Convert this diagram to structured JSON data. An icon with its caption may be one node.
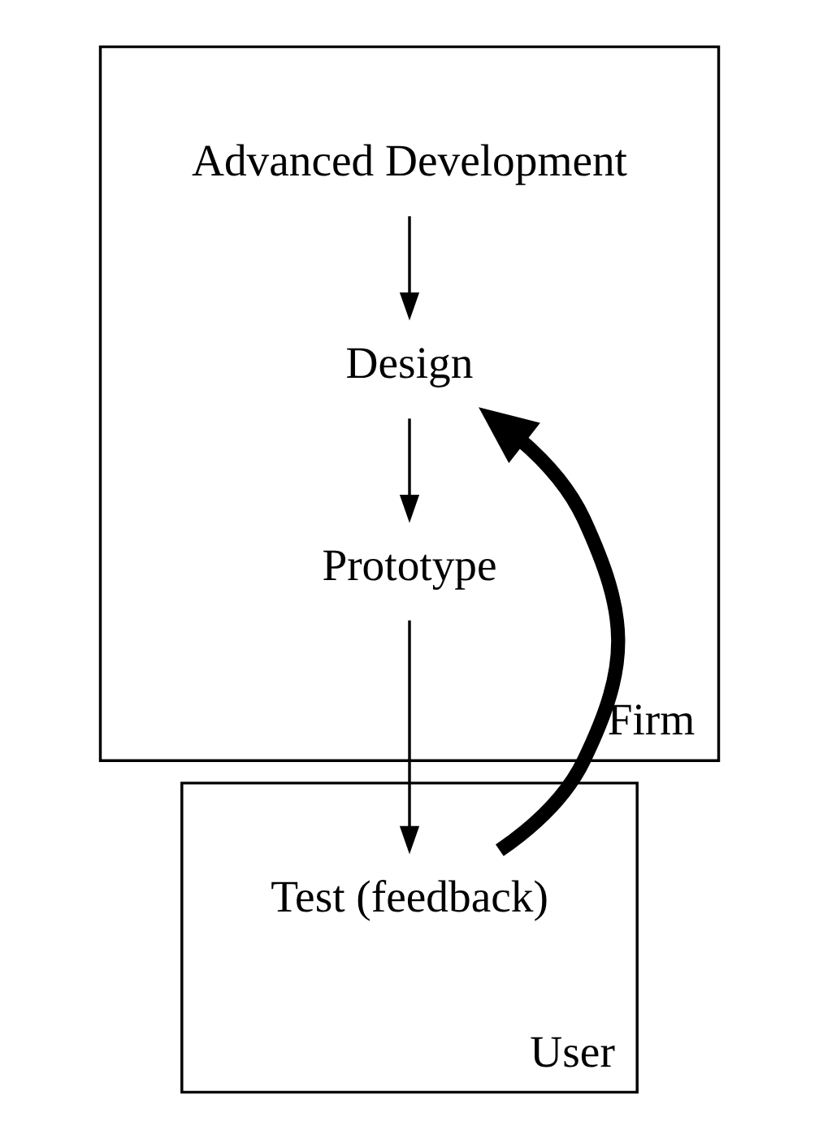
{
  "diagram": {
    "nodes": [
      {
        "text": [
          "Firm"
        ]
      },
      {
        "text": [
          "Advanced Development"
        ],
        "in": 0
      },
      {
        "text": [
          "Design"
        ],
        "in": 0
      },
      {
        "text": [
          "Prototype"
        ],
        "in": 0
      },
      {
        "text": [
          "User"
        ]
      },
      {
        "text": [
          "Test (feedback)"
        ],
        "in": 4
      }
    ],
    "edges": [
      {
        "from": 1,
        "to": 2,
        "arrow": "to"
      },
      {
        "from": 2,
        "to": 3,
        "arrow": "to"
      },
      {
        "from": 3,
        "to": 5,
        "arrow": "to"
      },
      {
        "from": 5,
        "to": 2,
        "arrow": "to",
        "style": "thick"
      }
    ]
  }
}
